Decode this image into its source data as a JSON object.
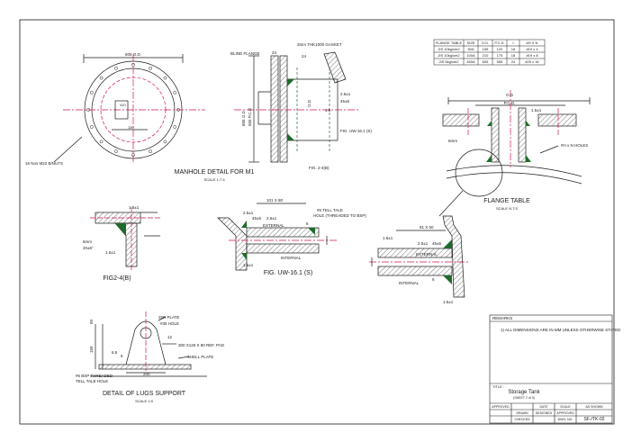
{
  "colors": {
    "line": "#1a1a1a",
    "hatch": "#555555",
    "center": "#d4145a",
    "weld": "#1f6b2a",
    "accent_magenta": "#d4145a",
    "callout": "#cc1b1b"
  },
  "manhole": {
    "title": "MANHOLE DETAIL FOR M1",
    "scale": "SCALE 1:7.5",
    "top_dim": "605 O.D.",
    "bolts_note": "16 Nos M22 B/NUTS",
    "inner_dims": [
      "150",
      "410"
    ],
    "side_labels": {
      "blind_flange": "BLIND FLANGE",
      "gasket": "3mm THK1000 GASKET",
      "dim_24_a": "24",
      "dim_24_b": "24",
      "od_vertical": "605 O.D",
      "pcd_vertical": "555 P.C.D",
      "weld_a": "2.5±1",
      "weld_b": "45±5",
      "weld_c": "1.6",
      "ref_uw": "FIG. UW-16.1 (S)",
      "ref_fig": "FIG. 2-4(B)",
      "od_small": "O.D"
    }
  },
  "flange_table": {
    "title": "FLANGE TABLE",
    "scale": "SCALE N.T.S",
    "headers": [
      "FLANGE TABLE",
      "SIZE",
      "O.D.",
      "P.C.D.",
      "t",
      "#H X N"
    ],
    "rows": [
      [
        "JIS 10kg/cm2",
        "50A",
        "155",
        "120",
        "16",
        "#19 x 4"
      ],
      [
        "JIS 10kg/cm2",
        "100A",
        "210",
        "175",
        "18",
        "#19 x 8"
      ],
      [
        "JIS 5kg/cm2",
        "450A",
        "605",
        "555",
        "24",
        "#25 x 16"
      ]
    ],
    "labels": {
      "od": "O.D",
      "pcd": "P.C.D.",
      "t": "1.5±1",
      "holes": "#H x N HOLES",
      "gap": "6mm"
    }
  },
  "fig24b": {
    "title": "FIG2-4(B)",
    "labels": {
      "a": "1.5±1",
      "b": "6mm",
      "c": "20±5°",
      "d": "1.5±1"
    }
  },
  "uw161": {
    "title": "FIG. UW-16.1 (S)",
    "labels": {
      "top_dim": "101 X 80",
      "weld1": "2.5±1",
      "weld2": "45±5",
      "weld3": "2.5±1",
      "external": "EXTERNAL",
      "internal": "INTERNAL",
      "tell_tale": "#6 TELL TALE",
      "tell_tale2": "HOLE (THREADED TO BSP)",
      "bottom": "1.5±1",
      "small": "6"
    }
  },
  "right_detail": {
    "labels": {
      "top": "81 X 50",
      "weld1": "2.5±1",
      "weld2": "45±5",
      "external": "EXTERNAL",
      "internal": "INTERNAL",
      "left": "1.5±1",
      "bottom": "1.5±1",
      "small": "6"
    }
  },
  "lugs": {
    "title": "DETAIL OF LUGS SUPPORT",
    "scale": "SCALE 1:5",
    "labels": {
      "r25": "25R PLATE",
      "hole": "#35 HOLE",
      "pad": "300 X125 X 80 REF. PAD",
      "shell": "SHELL PLATE",
      "thread": "#6 BSP THREADED",
      "tell": "TELL TALE HOLE",
      "d50": "50",
      "d150": "150",
      "d200": "200",
      "d12": "12",
      "d65": "6.5",
      "d6": "6"
    }
  },
  "remarks": {
    "header": "REMARKS",
    "items": [
      "1) ALL DIMENSIONS ARE IN MM UNLESS OTHERWISE STATED"
    ]
  },
  "title_block": {
    "title_label": "TITLE :",
    "project": "Storage Tank",
    "sub": "(SHEET 2 of 3)",
    "approved": "APPROVED",
    "date": "DATE",
    "scale": "SCALE",
    "as_shown": "AS SHOWN",
    "drawn": "DRAWN",
    "designed": "DESIGNED",
    "checked": "CHECKED",
    "approved2": "APPROVED",
    "dwg_no_label": "DWG. NO.",
    "dwg_no": "SF-/TK-02"
  }
}
